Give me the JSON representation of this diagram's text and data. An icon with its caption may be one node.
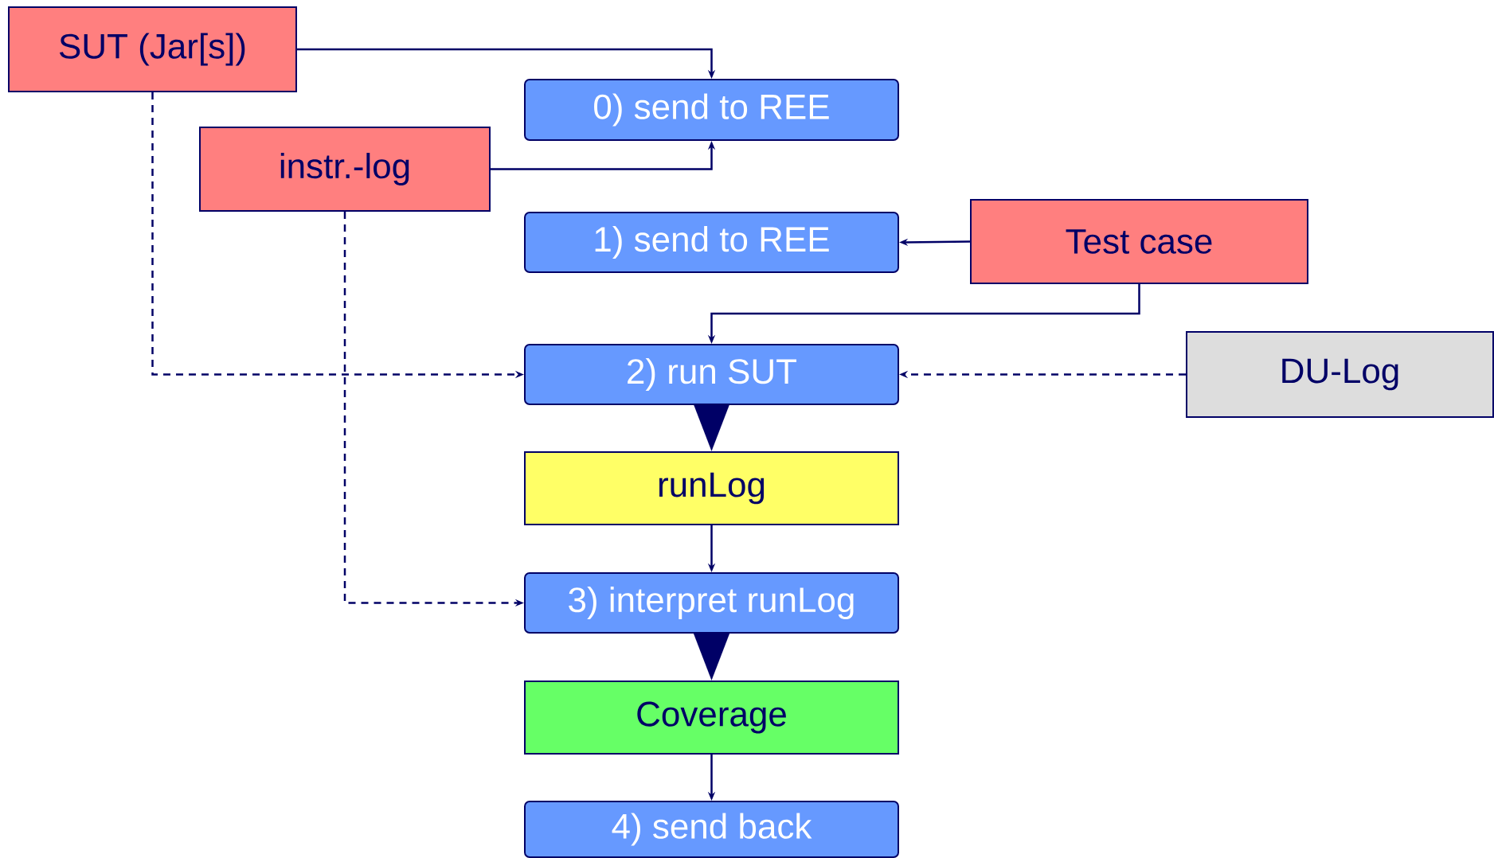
{
  "diagram": {
    "nodes": [
      {
        "text": [
          "SUT (Jar[s])"
        ]
      },
      {
        "text": [
          "0) send to REE"
        ]
      },
      {
        "text": [
          "instr.-log"
        ]
      },
      {
        "text": [
          "1) send to REE"
        ]
      },
      {
        "text": [
          "Test case"
        ]
      },
      {
        "text": [
          "2) run SUT"
        ]
      },
      {
        "text": [
          "DU-Log"
        ]
      },
      {
        "text": [
          "runLog"
        ]
      },
      {
        "text": [
          "3) interpret runLog"
        ]
      },
      {
        "text": [
          "Coverage"
        ]
      },
      {
        "text": [
          "4) send back"
        ]
      }
    ],
    "edges": [
      {
        "from": 0,
        "to": 1,
        "arrow": "to"
      },
      {
        "from": 2,
        "to": 1,
        "arrow": "to"
      },
      {
        "from": 4,
        "to": 3,
        "arrow": "to"
      },
      {
        "from": 4,
        "to": 5,
        "arrow": "to"
      },
      {
        "from": 0,
        "to": 5,
        "arrow": "to",
        "style": "dashed"
      },
      {
        "from": 6,
        "to": 5,
        "arrow": "to",
        "style": "dashed"
      },
      {
        "from": 5,
        "to": 7,
        "arrow": "to",
        "style": "thick"
      },
      {
        "from": 7,
        "to": 8,
        "arrow": "to"
      },
      {
        "from": 2,
        "to": 8,
        "arrow": "to",
        "style": "dashed"
      },
      {
        "from": 8,
        "to": 9,
        "arrow": "to",
        "style": "thick"
      },
      {
        "from": 9,
        "to": 10,
        "arrow": "to"
      }
    ]
  }
}
